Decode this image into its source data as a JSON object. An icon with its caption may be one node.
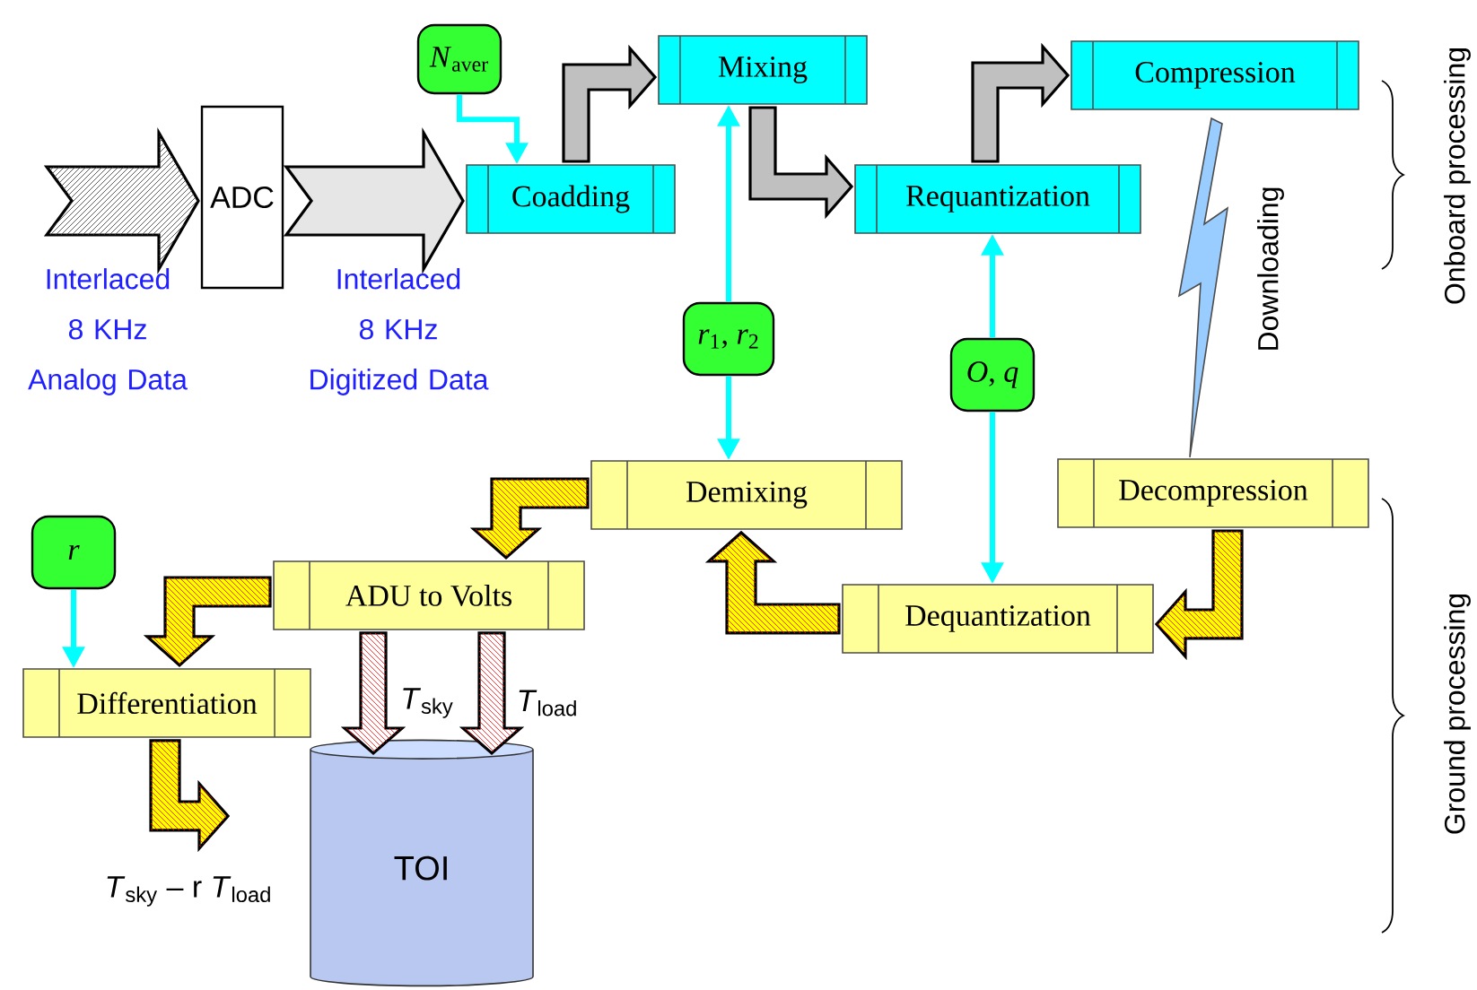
{
  "diagram": {
    "nodes": [
      {
        "text": [
          "ADC"
        ]
      },
      {
        "text": [
          "Coadding"
        ]
      },
      {
        "text": [
          "*N*$_{aver}$"
        ]
      },
      {
        "text": [
          "Mixing"
        ]
      },
      {
        "text": [
          "Requantization"
        ]
      },
      {
        "text": [
          "Compression"
        ]
      },
      {
        "text": [
          "*r*$_{1}$, *r*$_{2}$"
        ]
      },
      {
        "text": [
          "*O*, *q*"
        ]
      },
      {
        "text": [
          "Decompression"
        ]
      },
      {
        "text": [
          "Demixing"
        ]
      },
      {
        "text": [
          "Dequantization"
        ]
      },
      {
        "text": [
          "ADU to Volts"
        ]
      },
      {
        "text": [
          "*r*"
        ]
      },
      {
        "text": [
          "Differentiation"
        ]
      },
      {
        "text": [
          "TOI"
        ]
      }
    ],
    "edges": [
      {
        "from": null,
        "to": 0,
        "arrow": "to",
        "style": "thick",
        "color": "#333333"
      },
      {
        "from": 0,
        "to": 1,
        "arrow": "to",
        "style": "thick",
        "color": "#e6e6e6"
      },
      {
        "from": 2,
        "to": 1,
        "arrow": "to",
        "color": "#00ffff"
      },
      {
        "from": 1,
        "to": 3,
        "arrow": "to",
        "style": "thick",
        "color": "#c0c0c0"
      },
      {
        "from": 3,
        "to": 4,
        "arrow": "to",
        "style": "thick",
        "color": "#c0c0c0"
      },
      {
        "from": 4,
        "to": 5,
        "arrow": "to",
        "style": "thick",
        "color": "#c0c0c0"
      },
      {
        "from": 5,
        "to": 8,
        "arrow": "to",
        "style": "thick",
        "color": "#99ccff",
        "label": "Downloading"
      },
      {
        "from": 6,
        "to": 3,
        "arrow": "to",
        "color": "#00ffff"
      },
      {
        "from": 6,
        "to": 9,
        "arrow": "to",
        "color": "#00ffff"
      },
      {
        "from": 7,
        "to": 4,
        "arrow": "to",
        "color": "#00ffff"
      },
      {
        "from": 7,
        "to": 10,
        "arrow": "to",
        "color": "#00ffff"
      },
      {
        "from": 8,
        "to": 10,
        "arrow": "to",
        "style": "thick",
        "color": "#ffff00"
      },
      {
        "from": 10,
        "to": 9,
        "arrow": "to",
        "style": "thick",
        "color": "#ffff00"
      },
      {
        "from": 9,
        "to": 11,
        "arrow": "to",
        "style": "thick",
        "color": "#ffff00"
      },
      {
        "from": 11,
        "to": 13,
        "arrow": "to",
        "style": "thick",
        "color": "#ffff00"
      },
      {
        "from": 12,
        "to": 13,
        "arrow": "to",
        "color": "#00ffff"
      },
      {
        "from": 11,
        "to": 14,
        "arrow": "to",
        "style": "thick",
        "color": "#ff0000",
        "label": "*T*$_{sky}$"
      },
      {
        "from": 11,
        "to": 14,
        "arrow": "to",
        "style": "thick",
        "color": "#ff0000",
        "label": "*T*$_{load}$"
      },
      {
        "from": 13,
        "to": null,
        "arrow": "to",
        "style": "thick",
        "color": "#ffff00",
        "label": "*T*$_{sky}$ – r *T*$_{load}$"
      }
    ],
    "labels": [
      "Interlaced 8 KHz Analog Data",
      "Interlaced 8 KHz Digitized Data",
      "Onboard processing",
      "Ground processing"
    ]
  }
}
